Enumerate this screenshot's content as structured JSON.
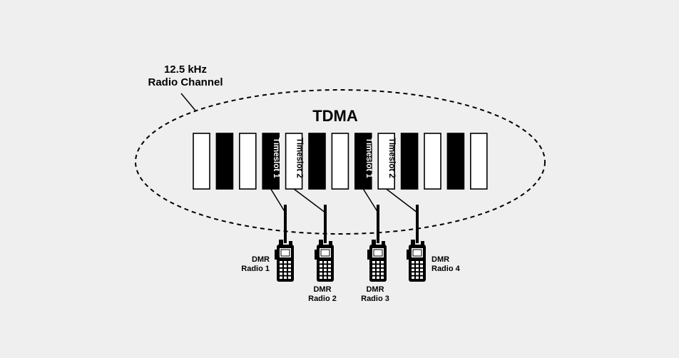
{
  "channel_label": {
    "line1": "12.5 kHz",
    "line2": "Radio Channel"
  },
  "title": "TDMA",
  "slots": [
    {
      "fill": "white",
      "label": ""
    },
    {
      "fill": "black",
      "label": ""
    },
    {
      "fill": "white",
      "label": ""
    },
    {
      "fill": "black",
      "label": "Timeslot 1"
    },
    {
      "fill": "white",
      "label": "Timeslot 2"
    },
    {
      "fill": "black",
      "label": ""
    },
    {
      "fill": "white",
      "label": ""
    },
    {
      "fill": "black",
      "label": "Timeslot 1"
    },
    {
      "fill": "white",
      "label": "Timeslot 2"
    },
    {
      "fill": "black",
      "label": ""
    },
    {
      "fill": "white",
      "label": ""
    },
    {
      "fill": "black",
      "label": ""
    },
    {
      "fill": "white",
      "label": ""
    }
  ],
  "radios": [
    {
      "line1": "DMR",
      "line2": "Radio 1",
      "slot": "Timeslot 1"
    },
    {
      "line1": "DMR",
      "line2": "Radio 2",
      "slot": "Timeslot 2"
    },
    {
      "line1": "DMR",
      "line2": "Radio 3",
      "slot": "Timeslot 1"
    },
    {
      "line1": "DMR",
      "line2": "Radio 4",
      "slot": "Timeslot 2"
    }
  ],
  "colors": {
    "background": "#efefef",
    "stroke": "#000000",
    "slot_dark": "#000000",
    "slot_light": "#ffffff"
  }
}
